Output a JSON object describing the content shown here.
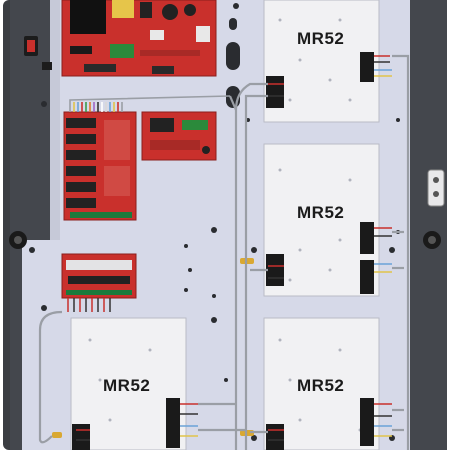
{
  "enclosure": {
    "panel_labels": [
      "MR52",
      "MR52",
      "MR52",
      "MR52"
    ]
  },
  "colors": {
    "cabinet": "#3a3d42",
    "backplate": "#d6d9e8",
    "pcb_red": "#c9302c",
    "module_plate": "#f1f1f3",
    "cable_grey": "#9a9ea5",
    "terminal_black": "#1a1a1a"
  },
  "icons": {
    "power_switch": "rocker-switch-icon",
    "mount_hole": "knockout-hole-icon"
  }
}
